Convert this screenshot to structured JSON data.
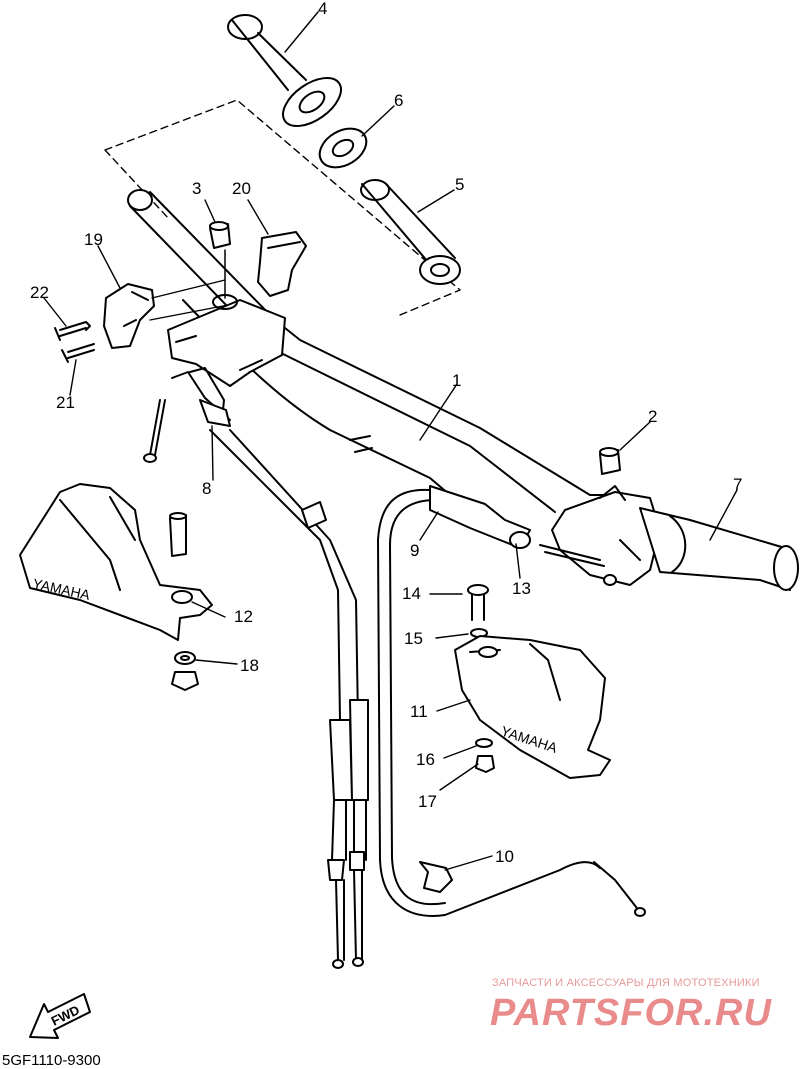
{
  "callouts": {
    "n1": "1",
    "n2": "2",
    "n3": "3",
    "n4": "4",
    "n5": "5",
    "n6": "6",
    "n7": "7",
    "n8": "8",
    "n9": "9",
    "n10": "10",
    "n11": "11",
    "n12": "12",
    "n13": "13",
    "n14": "14",
    "n15": "15",
    "n16": "16",
    "n17": "17",
    "n18": "18",
    "n19": "19",
    "n20": "20",
    "n21": "21",
    "n22": "22"
  },
  "brand_left": "YAMAHA",
  "brand_right": "YAMAHA",
  "fwd_label": "FWD",
  "diagram_code": "5GF1110-9300",
  "watermark": {
    "tagline": "ЗАПЧАСТИ И АКСЕССУАРЫ ДЛЯ МОТОТЕХНИКИ",
    "site": "PARTSFOR.RU"
  }
}
